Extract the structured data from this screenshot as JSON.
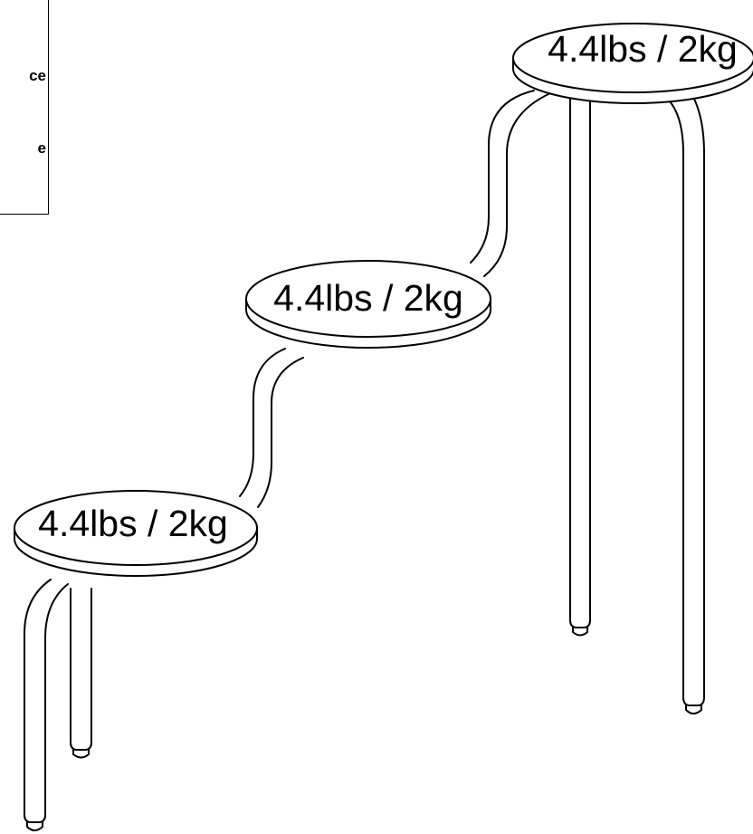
{
  "legend": {
    "line1": "ce",
    "line2": "e"
  },
  "shelves": {
    "top": {
      "label": "4.4lbs / 2kg"
    },
    "middle": {
      "label": "4.4lbs / 2kg"
    },
    "bottom": {
      "label": "4.4lbs / 2kg"
    }
  },
  "colors": {
    "stroke": "#000000",
    "fill": "#ffffff"
  }
}
